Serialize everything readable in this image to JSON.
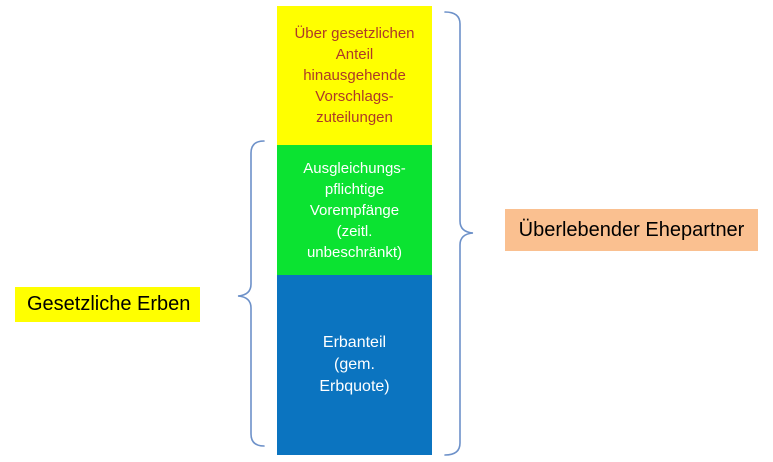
{
  "diagram": {
    "title": "Erbteilung Diagramm",
    "background_color": "#ffffff",
    "brace_color": "#6d91c9",
    "stack": {
      "segments": [
        {
          "id": "vorschlagszuteilungen",
          "text": "Über gesetzlichen\nAnteil\nhinausgehende\nVorschlags-\nzuteilungen",
          "bg_color": "#ffff00",
          "text_color": "#ad3a28"
        },
        {
          "id": "vorempfaenge",
          "text": "Ausgleichungs-\npflichtige\nVorempfänge\n(zeitl.\nunbeschränkt)",
          "bg_color": "#0be331",
          "text_color": "#ffffff"
        },
        {
          "id": "erbanteil",
          "text": "Erbanteil\n(gem.\nErbquote)",
          "bg_color": "#0b74c0",
          "text_color": "#ffffff"
        }
      ]
    },
    "labels": {
      "left": {
        "text": "Gesetzliche Erben",
        "bg_color": "#ffff00",
        "text_color": "#000000"
      },
      "right": {
        "text": "Überlebender Ehepartner",
        "bg_color": "#fac090",
        "text_color": "#000000"
      }
    }
  }
}
